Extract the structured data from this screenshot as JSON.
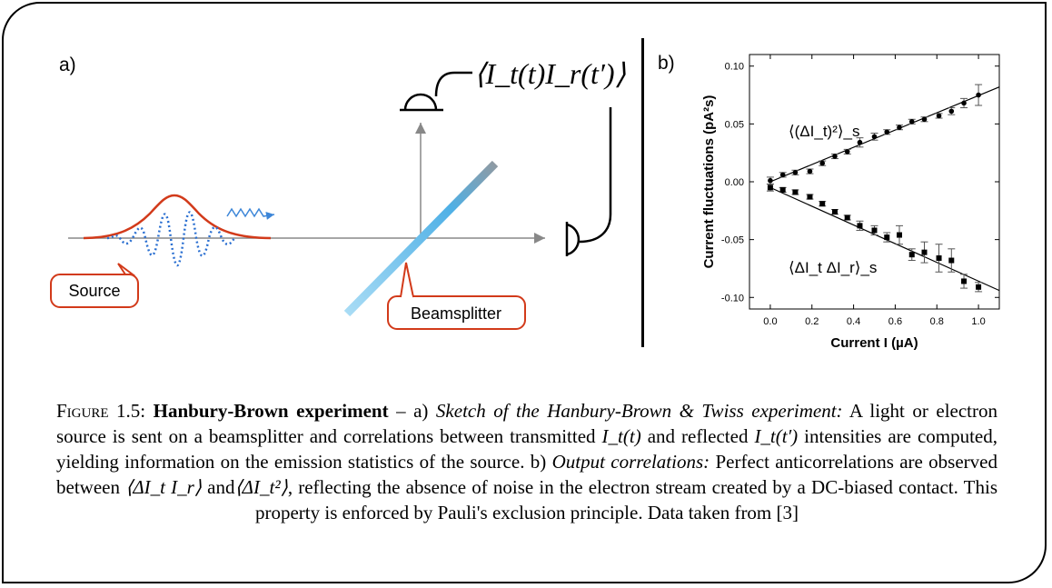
{
  "panel_a": {
    "label": "a)",
    "source_label": "Source",
    "beamsplitter_label": "Beamsplitter",
    "correlator_label": "⟨I_t(t)I_r(t′)⟩"
  },
  "panel_b": {
    "label": "b)"
  },
  "chart_data": {
    "type": "scatter",
    "xlabel": "Current  I  (µA)",
    "ylabel": "Current fluctuations  (pA²s)",
    "xlim": [
      -0.1,
      1.1
    ],
    "ylim": [
      -0.11,
      0.11
    ],
    "xticks": [
      "0.0",
      "0.2",
      "0.4",
      "0.6",
      "0.8",
      "1.0"
    ],
    "yticks": [
      "0.10",
      "0.05",
      "0.00",
      "-0.05",
      "-0.10"
    ],
    "annotations": [
      "⟨(ΔI_t)²⟩_s",
      "⟨ΔI_t ΔI_r⟩_s"
    ],
    "series": [
      {
        "marker": "circle",
        "x": [
          0.0,
          0.06,
          0.12,
          0.19,
          0.25,
          0.31,
          0.37,
          0.43,
          0.5,
          0.56,
          0.62,
          0.68,
          0.74,
          0.81,
          0.87,
          0.93,
          1.0
        ],
        "y": [
          0.001,
          0.006,
          0.008,
          0.009,
          0.016,
          0.022,
          0.026,
          0.034,
          0.039,
          0.043,
          0.047,
          0.052,
          0.054,
          0.057,
          0.061,
          0.068,
          0.075
        ],
        "err": [
          0.003,
          0.002,
          0.002,
          0.002,
          0.002,
          0.002,
          0.002,
          0.004,
          0.003,
          0.002,
          0.002,
          0.002,
          0.002,
          0.002,
          0.003,
          0.004,
          0.009
        ]
      },
      {
        "marker": "square",
        "x": [
          0.0,
          0.06,
          0.12,
          0.19,
          0.25,
          0.31,
          0.37,
          0.43,
          0.5,
          0.56,
          0.62,
          0.68,
          0.74,
          0.81,
          0.87,
          0.93,
          1.0
        ],
        "y": [
          -0.005,
          -0.007,
          -0.009,
          -0.013,
          -0.019,
          -0.026,
          -0.031,
          -0.038,
          -0.042,
          -0.048,
          -0.046,
          -0.063,
          -0.061,
          -0.066,
          -0.068,
          -0.086,
          -0.091
        ],
        "err": [
          0.003,
          0.002,
          0.002,
          0.002,
          0.002,
          0.002,
          0.002,
          0.004,
          0.004,
          0.004,
          0.008,
          0.005,
          0.009,
          0.012,
          0.01,
          0.006,
          0.004
        ]
      }
    ],
    "fit_lines": [
      {
        "x": [
          0.0,
          1.1
        ],
        "y": [
          0.0,
          0.082
        ]
      },
      {
        "x": [
          0.0,
          1.1
        ],
        "y": [
          -0.005,
          -0.094
        ]
      }
    ]
  },
  "caption": {
    "figure_label": "Figure 1.5:",
    "title": "Hanbury-Brown experiment",
    "dash": " – ",
    "part_a_prefix": "a) ",
    "part_a_italic": "Sketch of the Hanbury-Brown & Twiss experiment:",
    "part_a_text": " A light or electron source is sent on a beamsplitter and correlations between transmitted ",
    "math_1": "I_t(t)",
    "text_2": " and reflected ",
    "math_2": "I_t(t′)",
    "text_3": " intensities are computed, yielding information on the emission statistics of the source. ",
    "part_b_prefix": "b) ",
    "part_b_italic": "Output correlations:",
    "text_4": " Perfect anticorrelations are observed between ",
    "math_3": "⟨ΔI_t I_r⟩",
    "text_5": " and",
    "math_4": "⟨ΔI_t²⟩",
    "text_6": ", reflecting the absence of noise in the electron stream created by a DC-biased contact. This property is enforced by Pauli's exclusion principle. Data taken from [3]"
  }
}
